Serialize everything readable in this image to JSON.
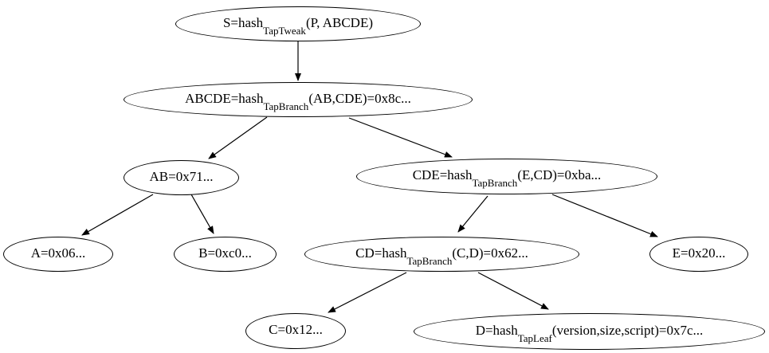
{
  "diagram": {
    "background_color": "#ffffff",
    "line_color": "#000000",
    "text_color": "#000000",
    "nodes": [
      {
        "id": "S",
        "pre": "S=hash",
        "sub": "TapTweak",
        "post": "(P, ABCDE)"
      },
      {
        "id": "ABCDE",
        "pre": "ABCDE=hash",
        "sub": "TapBranch",
        "post": "(AB,CDE)=0x8c..."
      },
      {
        "id": "AB",
        "pre": "AB=0x71...",
        "sub": "",
        "post": ""
      },
      {
        "id": "CDE",
        "pre": "CDE=hash",
        "sub": "TapBranch",
        "post": "(E,CD)=0xba..."
      },
      {
        "id": "A",
        "pre": "A=0x06...",
        "sub": "",
        "post": ""
      },
      {
        "id": "B",
        "pre": "B=0xc0...",
        "sub": "",
        "post": ""
      },
      {
        "id": "CD",
        "pre": "CD=hash",
        "sub": "TapBranch",
        "post": "(C,D)=0x62..."
      },
      {
        "id": "E",
        "pre": "E=0x20...",
        "sub": "",
        "post": ""
      },
      {
        "id": "C",
        "pre": "C=0x12...",
        "sub": "",
        "post": ""
      },
      {
        "id": "D",
        "pre": "D=hash",
        "sub": "TapLeaf",
        "post": "(version,size,script)=0x7c..."
      }
    ],
    "edges": [
      {
        "from": "S",
        "to": "ABCDE"
      },
      {
        "from": "ABCDE",
        "to": "AB"
      },
      {
        "from": "ABCDE",
        "to": "CDE"
      },
      {
        "from": "AB",
        "to": "A"
      },
      {
        "from": "AB",
        "to": "B"
      },
      {
        "from": "CDE",
        "to": "CD"
      },
      {
        "from": "CDE",
        "to": "E"
      },
      {
        "from": "CD",
        "to": "C"
      },
      {
        "from": "CD",
        "to": "D"
      }
    ]
  }
}
